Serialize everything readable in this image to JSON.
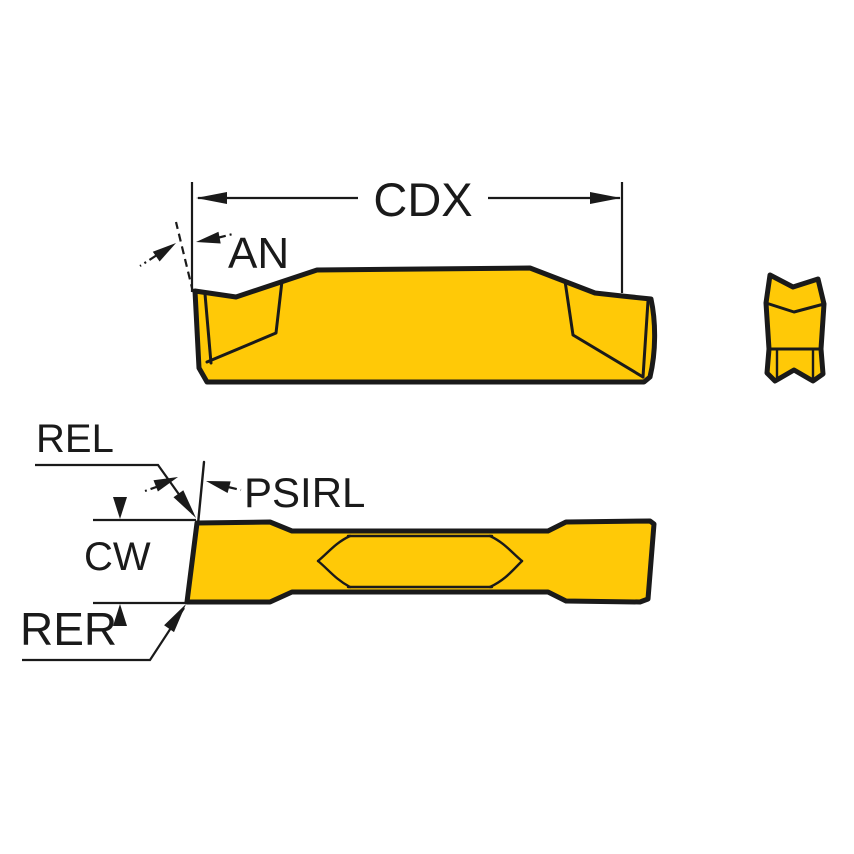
{
  "diagram": {
    "type": "technical-drawing",
    "subject": "indexable-parting-insert-dimensions",
    "labels": {
      "cdx": "CDX",
      "an": "AN",
      "rel": "REL",
      "psirl": "PSIRL",
      "cw": "CW",
      "rer": "RER"
    },
    "colors": {
      "insert_fill": "#FFC907",
      "line": "#1A1A1A",
      "background": "#FFFFFF"
    }
  }
}
